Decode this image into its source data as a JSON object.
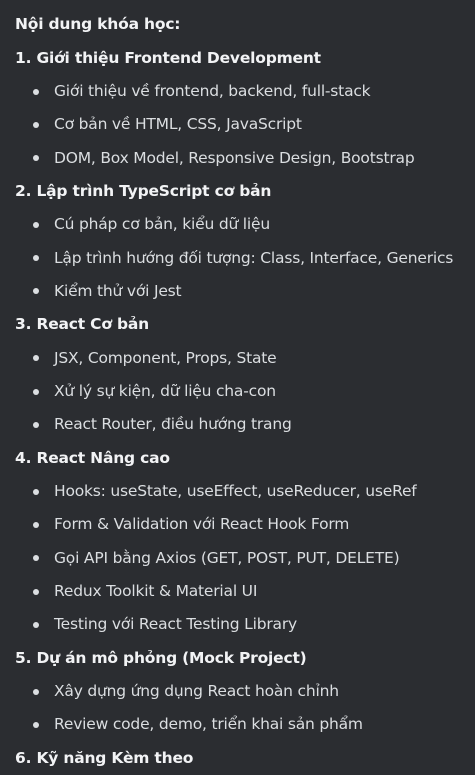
{
  "heading": "Nội dung khóa học:",
  "sections": [
    {
      "title": "1. Giới thiệu Frontend Development",
      "items": [
        "Giới thiệu về frontend, backend, full-stack",
        "Cơ bản về HTML, CSS, JavaScript",
        "DOM, Box Model, Responsive Design, Bootstrap"
      ]
    },
    {
      "title": "2. Lập trình TypeScript cơ bản",
      "items": [
        "Cú pháp cơ bản, kiểu dữ liệu",
        "Lập trình hướng đối tượng: Class, Interface, Generics",
        "Kiểm thử với Jest"
      ]
    },
    {
      "title": "3. React Cơ bản",
      "items": [
        "JSX, Component, Props, State",
        "Xử lý sự kiện, dữ liệu cha-con",
        "React Router, điều hướng trang"
      ]
    },
    {
      "title": "4. React Nâng cao",
      "items": [
        "Hooks: useState, useEffect, useReducer, useRef",
        "Form & Validation với React Hook Form",
        "Gọi API bằng Axios (GET, POST, PUT, DELETE)",
        "Redux Toolkit & Material UI",
        "Testing với React Testing Library"
      ]
    },
    {
      "title": "5. Dự án mô phỏng (Mock Project)",
      "items": [
        "Xây dựng ứng dụng React hoàn chỉnh",
        "Review code, demo, triển khai sản phẩm"
      ]
    },
    {
      "title": "6. Kỹ năng Kèm theo",
      "items": []
    }
  ]
}
